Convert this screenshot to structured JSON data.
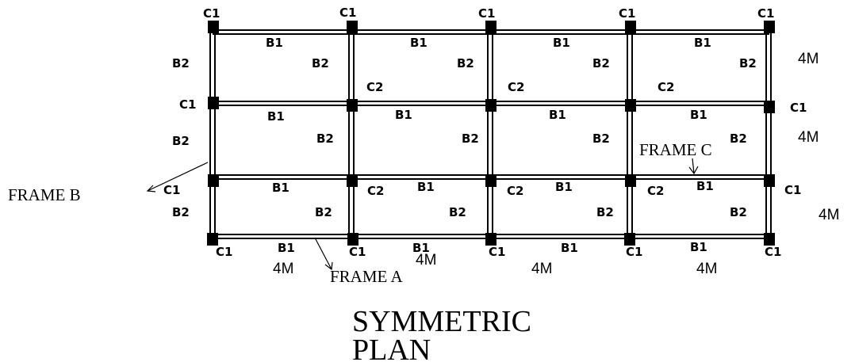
{
  "title_lines": [
    "SYMMETRIC",
    "PLAN"
  ],
  "beams": {
    "row1": [
      "B1",
      "B1",
      "B1",
      "B1"
    ],
    "row2": [
      "B1",
      "B1",
      "B1",
      "B1"
    ],
    "row3": [
      "B1",
      "B1",
      "B1",
      "B1"
    ],
    "row4": [
      "B1",
      "B1",
      "B1",
      "B1"
    ],
    "bay1_b2": [
      "B2",
      "B2",
      "B2",
      "B2",
      "B2"
    ],
    "bay2_b2": [
      "B2",
      "B2",
      "B2",
      "B2",
      "B2"
    ],
    "bay3_b2": [
      "B2",
      "B2",
      "B2",
      "B2",
      "B2"
    ]
  },
  "columns": {
    "top": [
      "C1",
      "C1",
      "C1",
      "C1",
      "C1"
    ],
    "row2_edges": [
      "C1",
      "C1"
    ],
    "row2_inner": [
      "C2",
      "C2",
      "C2"
    ],
    "row3_edges": [
      "C1",
      "C1"
    ],
    "row3_inner": [
      "C2",
      "C2",
      "C2"
    ],
    "bottom": [
      "C1",
      "C1",
      "C1",
      "C1",
      "C1"
    ]
  },
  "dimensions": {
    "bays_x": [
      "4M",
      "4M",
      "4M",
      "4M"
    ],
    "bays_y": [
      "4M",
      "4M",
      "4M"
    ]
  },
  "frames": {
    "a": "FRAME A",
    "b": "FRAME B",
    "c": "FRAME C"
  }
}
